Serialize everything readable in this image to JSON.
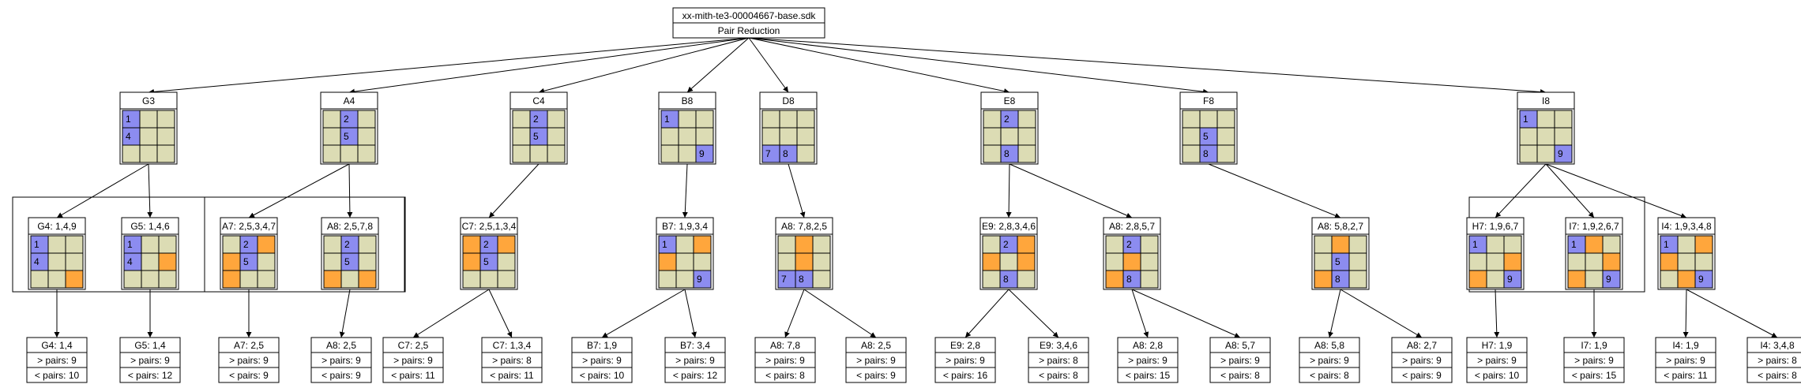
{
  "colors": {
    "background": "#ffffff",
    "cell": "#dcdcb4",
    "blue": "#8c8cf0",
    "orange": "#ffa63c",
    "line": "#000000"
  },
  "root": {
    "file": "xx-mith-te3-00004667-base.sdk",
    "subtitle": "Pair Reduction"
  },
  "level1": [
    {
      "id": "G3",
      "label": "G3",
      "cells": [
        [
          "b",
          "",
          ""
        ],
        [
          "b",
          "",
          ""
        ],
        [
          "",
          "",
          ""
        ]
      ],
      "digits": [
        [
          "1",
          "",
          ""
        ],
        [
          "4",
          "",
          ""
        ],
        [
          "",
          "",
          ""
        ]
      ]
    },
    {
      "id": "A4",
      "label": "A4",
      "cells": [
        [
          "",
          "b",
          ""
        ],
        [
          "",
          "b",
          ""
        ],
        [
          "",
          "",
          ""
        ]
      ],
      "digits": [
        [
          "",
          "2",
          ""
        ],
        [
          "",
          "5",
          ""
        ],
        [
          "",
          "",
          ""
        ]
      ]
    },
    {
      "id": "C4",
      "label": "C4",
      "cells": [
        [
          "",
          "b",
          ""
        ],
        [
          "",
          "b",
          ""
        ],
        [
          "",
          "",
          ""
        ]
      ],
      "digits": [
        [
          "",
          "2",
          ""
        ],
        [
          "",
          "5",
          ""
        ],
        [
          "",
          "",
          ""
        ]
      ]
    },
    {
      "id": "B8",
      "label": "B8",
      "cells": [
        [
          "b",
          "",
          ""
        ],
        [
          "",
          "",
          ""
        ],
        [
          "",
          "",
          "b"
        ]
      ],
      "digits": [
        [
          "1",
          "",
          ""
        ],
        [
          "",
          "",
          ""
        ],
        [
          "",
          "",
          "9"
        ]
      ]
    },
    {
      "id": "D8",
      "label": "D8",
      "cells": [
        [
          "",
          "",
          ""
        ],
        [
          "",
          "",
          ""
        ],
        [
          "b",
          "b",
          ""
        ]
      ],
      "digits": [
        [
          "",
          "",
          ""
        ],
        [
          "",
          "",
          ""
        ],
        [
          "7",
          "8",
          ""
        ]
      ]
    },
    {
      "id": "E8",
      "label": "E8",
      "cells": [
        [
          "",
          "b",
          ""
        ],
        [
          "",
          "",
          ""
        ],
        [
          "",
          "b",
          ""
        ]
      ],
      "digits": [
        [
          "",
          "2",
          ""
        ],
        [
          "",
          "",
          ""
        ],
        [
          "",
          "8",
          ""
        ]
      ]
    },
    {
      "id": "F8",
      "label": "F8",
      "cells": [
        [
          "",
          "",
          ""
        ],
        [
          "",
          "b",
          ""
        ],
        [
          "",
          "b",
          ""
        ]
      ],
      "digits": [
        [
          "",
          "",
          ""
        ],
        [
          "",
          "5",
          ""
        ],
        [
          "",
          "8",
          ""
        ]
      ]
    },
    {
      "id": "I8",
      "label": "I8",
      "cells": [
        [
          "b",
          "",
          ""
        ],
        [
          "",
          "",
          ""
        ],
        [
          "",
          "",
          "b"
        ]
      ],
      "digits": [
        [
          "1",
          "",
          ""
        ],
        [
          "",
          "",
          ""
        ],
        [
          "",
          "",
          "9"
        ]
      ]
    }
  ],
  "level2": [
    {
      "id": "G4m",
      "label": "G4: 1,4,9",
      "cells": [
        [
          "b",
          "",
          ""
        ],
        [
          "b",
          "",
          ""
        ],
        [
          "",
          "",
          "o"
        ]
      ],
      "digits": [
        [
          "1",
          "",
          ""
        ],
        [
          "4",
          "",
          ""
        ],
        [
          "",
          "",
          ""
        ]
      ]
    },
    {
      "id": "G5m",
      "label": "G5: 1,4,6",
      "cells": [
        [
          "b",
          "",
          ""
        ],
        [
          "b",
          "",
          "o"
        ],
        [
          "",
          "",
          ""
        ]
      ],
      "digits": [
        [
          "1",
          "",
          ""
        ],
        [
          "4",
          "",
          ""
        ],
        [
          "",
          "",
          ""
        ]
      ]
    },
    {
      "id": "A7m",
      "label": "A7: 2,5,3,4,7",
      "cells": [
        [
          "",
          "b",
          "o"
        ],
        [
          "o",
          "b",
          ""
        ],
        [
          "o",
          "",
          ""
        ]
      ],
      "digits": [
        [
          "",
          "2",
          ""
        ],
        [
          "",
          "5",
          ""
        ],
        [
          "",
          "",
          ""
        ]
      ]
    },
    {
      "id": "A8m",
      "label": "A8: 2,5,7,8",
      "cells": [
        [
          "",
          "b",
          ""
        ],
        [
          "",
          "b",
          ""
        ],
        [
          "o",
          "",
          "o"
        ]
      ],
      "digits": [
        [
          "",
          "2",
          ""
        ],
        [
          "",
          "5",
          ""
        ],
        [
          "",
          "",
          ""
        ]
      ]
    },
    {
      "id": "C7m",
      "label": "C7: 2,5,1,3,4",
      "cells": [
        [
          "o",
          "b",
          "o"
        ],
        [
          "o",
          "b",
          ""
        ],
        [
          "",
          "",
          ""
        ]
      ],
      "digits": [
        [
          "",
          "2",
          ""
        ],
        [
          "",
          "5",
          ""
        ],
        [
          "",
          "",
          ""
        ]
      ]
    },
    {
      "id": "B7m",
      "label": "B7: 1,9,3,4",
      "cells": [
        [
          "b",
          "",
          "o"
        ],
        [
          "o",
          "",
          ""
        ],
        [
          "",
          "",
          "b"
        ]
      ],
      "digits": [
        [
          "1",
          "",
          ""
        ],
        [
          "",
          "",
          ""
        ],
        [
          "",
          "",
          "9"
        ]
      ]
    },
    {
      "id": "A8d",
      "label": "A8: 7,8,2,5",
      "cells": [
        [
          "",
          "o",
          ""
        ],
        [
          "",
          "o",
          ""
        ],
        [
          "b",
          "b",
          ""
        ]
      ],
      "digits": [
        [
          "",
          "",
          ""
        ],
        [
          "",
          "",
          ""
        ],
        [
          "7",
          "8",
          ""
        ]
      ]
    },
    {
      "id": "E9m",
      "label": "E9: 2,8,3,4,6",
      "cells": [
        [
          "",
          "b",
          "o"
        ],
        [
          "o",
          "",
          "o"
        ],
        [
          "",
          "b",
          ""
        ]
      ],
      "digits": [
        [
          "",
          "2",
          ""
        ],
        [
          "",
          "",
          ""
        ],
        [
          "",
          "8",
          ""
        ]
      ]
    },
    {
      "id": "A8e",
      "label": "A8: 2,8,5,7",
      "cells": [
        [
          "",
          "b",
          ""
        ],
        [
          "",
          "o",
          ""
        ],
        [
          "o",
          "b",
          ""
        ]
      ],
      "digits": [
        [
          "",
          "2",
          ""
        ],
        [
          "",
          "",
          ""
        ],
        [
          "",
          "8",
          ""
        ]
      ]
    },
    {
      "id": "A8f",
      "label": "A8: 5,8,2,7",
      "cells": [
        [
          "",
          "o",
          ""
        ],
        [
          "",
          "b",
          ""
        ],
        [
          "o",
          "b",
          ""
        ]
      ],
      "digits": [
        [
          "",
          "",
          ""
        ],
        [
          "",
          "5",
          ""
        ],
        [
          "",
          "8",
          ""
        ]
      ]
    },
    {
      "id": "H7m",
      "label": "H7: 1,9,6,7",
      "cells": [
        [
          "b",
          "",
          ""
        ],
        [
          "",
          "",
          "o"
        ],
        [
          "o",
          "",
          "b"
        ]
      ],
      "digits": [
        [
          "1",
          "",
          ""
        ],
        [
          "",
          "",
          ""
        ],
        [
          "",
          "",
          "9"
        ]
      ]
    },
    {
      "id": "I7m",
      "label": "I7: 1,9,2,6,7",
      "cells": [
        [
          "b",
          "o",
          ""
        ],
        [
          "",
          "",
          "o"
        ],
        [
          "o",
          "",
          "b"
        ]
      ],
      "digits": [
        [
          "1",
          "",
          ""
        ],
        [
          "",
          "",
          ""
        ],
        [
          "",
          "",
          "9"
        ]
      ]
    },
    {
      "id": "I4m",
      "label": "I4: 1,9,3,4,8",
      "cells": [
        [
          "b",
          "",
          "o"
        ],
        [
          "o",
          "",
          ""
        ],
        [
          "",
          "o",
          "b"
        ]
      ],
      "digits": [
        [
          "1",
          "",
          ""
        ],
        [
          "",
          "",
          ""
        ],
        [
          "",
          "",
          "9"
        ]
      ]
    }
  ],
  "level3": [
    {
      "id": "G4r",
      "title": "G4: 1,4",
      "gt": "> pairs: 9",
      "lt": "< pairs: 10"
    },
    {
      "id": "G5r",
      "title": "G5: 1,4",
      "gt": "> pairs: 9",
      "lt": "< pairs: 12"
    },
    {
      "id": "A7r",
      "title": "A7: 2,5",
      "gt": "> pairs: 9",
      "lt": "< pairs: 9"
    },
    {
      "id": "A8r",
      "title": "A8: 2,5",
      "gt": "> pairs: 9",
      "lt": "< pairs: 9"
    },
    {
      "id": "C7r1",
      "title": "C7: 2,5",
      "gt": "> pairs: 9",
      "lt": "< pairs: 11"
    },
    {
      "id": "C7r2",
      "title": "C7: 1,3,4",
      "gt": "> pairs: 8",
      "lt": "< pairs: 11"
    },
    {
      "id": "B7r1",
      "title": "B7: 1,9",
      "gt": "> pairs: 9",
      "lt": "< pairs: 10"
    },
    {
      "id": "B7r2",
      "title": "B7: 3,4",
      "gt": "> pairs: 9",
      "lt": "< pairs: 12"
    },
    {
      "id": "A8dr1",
      "title": "A8: 7,8",
      "gt": "> pairs: 9",
      "lt": "< pairs: 8"
    },
    {
      "id": "A8dr2",
      "title": "A8: 2,5",
      "gt": "> pairs: 9",
      "lt": "< pairs: 9"
    },
    {
      "id": "E9r1",
      "title": "E9: 2,8",
      "gt": "> pairs: 9",
      "lt": "< pairs: 16"
    },
    {
      "id": "E9r2",
      "title": "E9: 3,4,6",
      "gt": "> pairs: 8",
      "lt": "< pairs: 8"
    },
    {
      "id": "A8er1",
      "title": "A8: 2,8",
      "gt": "> pairs: 9",
      "lt": "< pairs: 15"
    },
    {
      "id": "A8er2",
      "title": "A8: 5,7",
      "gt": "> pairs: 9",
      "lt": "< pairs: 8"
    },
    {
      "id": "A8fr1",
      "title": "A8: 5,8",
      "gt": "> pairs: 9",
      "lt": "< pairs: 8"
    },
    {
      "id": "A8fr2",
      "title": "A8: 2,7",
      "gt": "> pairs: 9",
      "lt": "< pairs: 9"
    },
    {
      "id": "H7r",
      "title": "H7: 1,9",
      "gt": "> pairs: 9",
      "lt": "< pairs: 10"
    },
    {
      "id": "I7r",
      "title": "I7: 1,9",
      "gt": "> pairs: 9",
      "lt": "< pairs: 15"
    },
    {
      "id": "I4r1",
      "title": "I4: 1,9",
      "gt": "> pairs: 9",
      "lt": "< pairs: 11"
    },
    {
      "id": "I4r2",
      "title": "I4: 3,4,8",
      "gt": "> pairs: 8",
      "lt": "< pairs: 8"
    }
  ],
  "edges": [
    [
      "root",
      "G3"
    ],
    [
      "root",
      "A4"
    ],
    [
      "root",
      "C4"
    ],
    [
      "root",
      "B8"
    ],
    [
      "root",
      "D8"
    ],
    [
      "root",
      "E8"
    ],
    [
      "root",
      "F8"
    ],
    [
      "root",
      "I8"
    ],
    [
      "G3",
      "G4m"
    ],
    [
      "G3",
      "G5m"
    ],
    [
      "A4",
      "A7m"
    ],
    [
      "A4",
      "A8m"
    ],
    [
      "C4",
      "C7m"
    ],
    [
      "B8",
      "B7m"
    ],
    [
      "D8",
      "A8d"
    ],
    [
      "E8",
      "E9m"
    ],
    [
      "E8",
      "A8e"
    ],
    [
      "F8",
      "A8f"
    ],
    [
      "I8",
      "H7m"
    ],
    [
      "I8",
      "I7m"
    ],
    [
      "I8",
      "I4m"
    ],
    [
      "G4m",
      "G4r"
    ],
    [
      "G5m",
      "G5r"
    ],
    [
      "A7m",
      "A7r"
    ],
    [
      "A8m",
      "A8r"
    ],
    [
      "C7m",
      "C7r1"
    ],
    [
      "C7m",
      "C7r2"
    ],
    [
      "B7m",
      "B7r1"
    ],
    [
      "B7m",
      "B7r2"
    ],
    [
      "A8d",
      "A8dr1"
    ],
    [
      "A8d",
      "A8dr2"
    ],
    [
      "E9m",
      "E9r1"
    ],
    [
      "E9m",
      "E9r2"
    ],
    [
      "A8e",
      "A8er1"
    ],
    [
      "A8e",
      "A8er2"
    ],
    [
      "A8f",
      "A8fr1"
    ],
    [
      "A8f",
      "A8fr2"
    ],
    [
      "H7m",
      "H7r"
    ],
    [
      "I7m",
      "I7r"
    ],
    [
      "I4m",
      "I4r1"
    ],
    [
      "I4m",
      "I4r2"
    ]
  ]
}
